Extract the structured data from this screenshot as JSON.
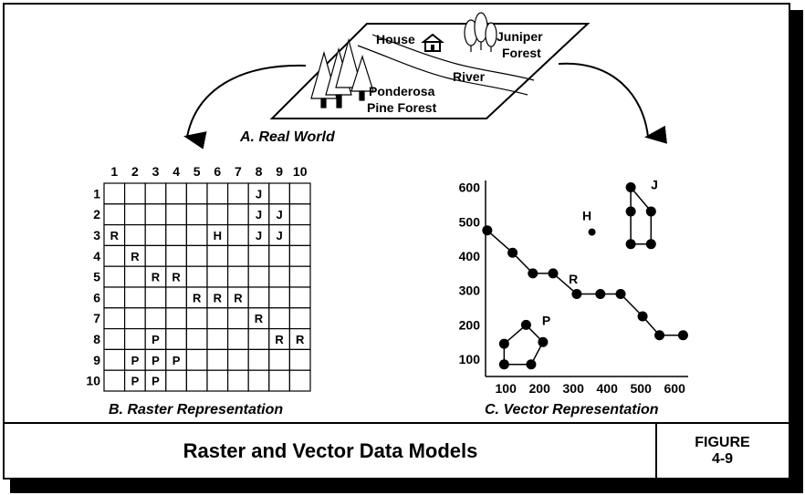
{
  "real_world": {
    "caption": "A.  Real World",
    "labels": {
      "house": "House",
      "juniper_line1": "Juniper",
      "juniper_line2": "Forest",
      "river": "River",
      "ponderosa_line1": "Ponderosa",
      "ponderosa_line2": "Pine Forest"
    }
  },
  "raster": {
    "caption": "B.  Raster Representation",
    "columns": [
      "1",
      "2",
      "3",
      "4",
      "5",
      "6",
      "7",
      "8",
      "9",
      "10"
    ],
    "rows": [
      "1",
      "2",
      "3",
      "4",
      "5",
      "6",
      "7",
      "8",
      "9",
      "10"
    ],
    "cells": [
      [
        "",
        "",
        "",
        "",
        "",
        "",
        "",
        "J",
        "",
        ""
      ],
      [
        "",
        "",
        "",
        "",
        "",
        "",
        "",
        "J",
        "J",
        ""
      ],
      [
        "R",
        "",
        "",
        "",
        "",
        "H",
        "",
        "J",
        "J",
        ""
      ],
      [
        "",
        "R",
        "",
        "",
        "",
        "",
        "",
        "",
        "",
        ""
      ],
      [
        "",
        "",
        "R",
        "R",
        "",
        "",
        "",
        "",
        "",
        ""
      ],
      [
        "",
        "",
        "",
        "",
        "R",
        "R",
        "R",
        "",
        "",
        ""
      ],
      [
        "",
        "",
        "",
        "",
        "",
        "",
        "",
        "R",
        "",
        ""
      ],
      [
        "",
        "",
        "P",
        "",
        "",
        "",
        "",
        "",
        "R",
        "R"
      ],
      [
        "",
        "P",
        "P",
        "P",
        "",
        "",
        "",
        "",
        "",
        ""
      ],
      [
        "",
        "P",
        "P",
        "",
        "",
        "",
        "",
        "",
        "",
        ""
      ]
    ]
  },
  "vector": {
    "caption": "C.  Vector Representation",
    "x_ticks": [
      "100",
      "200",
      "300",
      "400",
      "500",
      "600"
    ],
    "y_ticks": [
      "100",
      "200",
      "300",
      "400",
      "500",
      "600"
    ],
    "feature_labels": {
      "house": "H",
      "juniper": "J",
      "river": "R",
      "pine": "P"
    }
  },
  "chart_data": {
    "type": "scatter",
    "xlim": [
      40,
      640
    ],
    "ylim": [
      50,
      620
    ],
    "x_ticks": [
      100,
      200,
      300,
      400,
      500,
      600
    ],
    "y_ticks": [
      100,
      200,
      300,
      400,
      500,
      600
    ],
    "features": [
      {
        "name": "R",
        "kind": "line",
        "points": [
          [
            45,
            475
          ],
          [
            120,
            410
          ],
          [
            180,
            350
          ],
          [
            240,
            350
          ],
          [
            310,
            290
          ],
          [
            380,
            290
          ],
          [
            440,
            290
          ],
          [
            505,
            225
          ],
          [
            555,
            170
          ],
          [
            625,
            170
          ]
        ]
      },
      {
        "name": "H",
        "kind": "point",
        "points": [
          [
            355,
            470
          ]
        ]
      },
      {
        "name": "J",
        "kind": "polygon",
        "points": [
          [
            470,
            600
          ],
          [
            530,
            530
          ],
          [
            530,
            435
          ],
          [
            470,
            435
          ],
          [
            470,
            530
          ]
        ]
      },
      {
        "name": "P",
        "kind": "polygon",
        "points": [
          [
            160,
            200
          ],
          [
            210,
            150
          ],
          [
            175,
            85
          ],
          [
            95,
            85
          ],
          [
            95,
            145
          ]
        ]
      }
    ]
  },
  "footer": {
    "title": "Raster and Vector Data Models",
    "figure_line1": "FIGURE",
    "figure_line2": "4-9"
  }
}
